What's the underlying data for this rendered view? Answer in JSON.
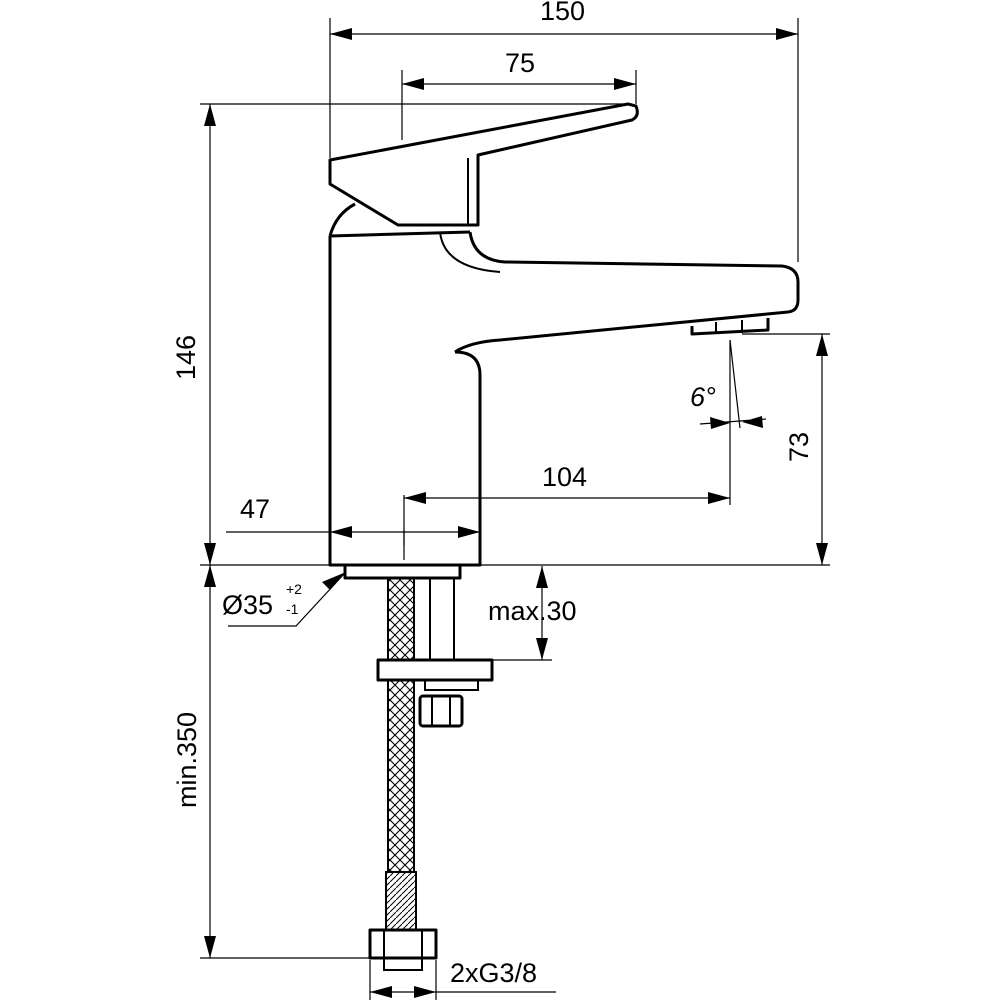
{
  "dimensions": {
    "total_width": "150",
    "handle_width": "75",
    "total_height": "146",
    "base_width": "47",
    "spout_reach": "104",
    "spout_height": "73",
    "spout_angle": "6°",
    "base_diameter": "Ø35",
    "base_diameter_tol_upper": "+2",
    "base_diameter_tol_lower": "-1",
    "max_counter_thickness": "max.30",
    "min_hose_length": "min.350",
    "connection": "2xG3/8"
  },
  "colors": {
    "line": "#000000",
    "background": "#ffffff"
  }
}
